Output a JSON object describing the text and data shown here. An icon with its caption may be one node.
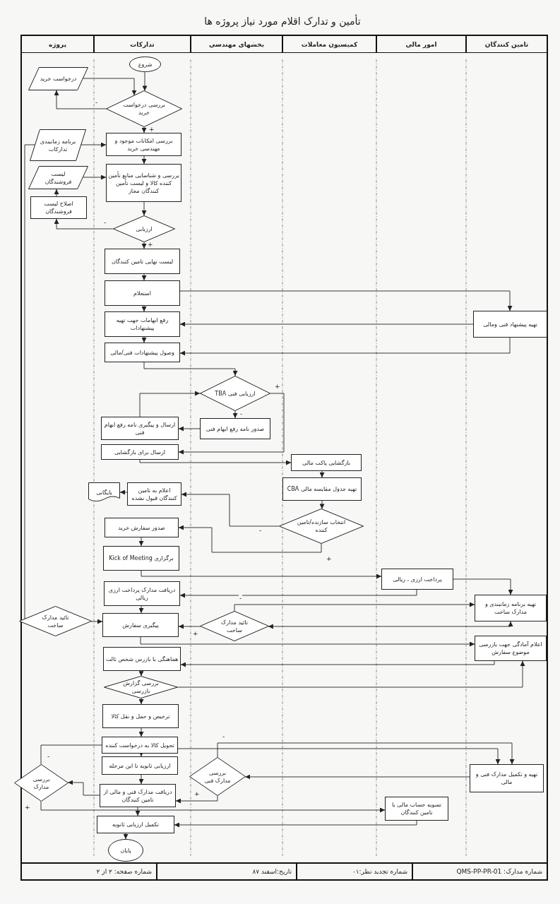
{
  "diagram": {
    "title": "تأمین و تدارک اقلام مورد نیاز پروژه ها",
    "nodes": [
      {
        "text": [
          "شروع"
        ]
      },
      {
        "text": [
          "درخواست خرید"
        ]
      },
      {
        "text": [
          "بررسی درخواست خرید"
        ]
      },
      {
        "text": [
          "بررسی امکانات موجود و مهندسی خرید"
        ]
      },
      {
        "text": [
          "برنامه زمانبندی تدارکات"
        ]
      },
      {
        "text": [
          "بررسی و شناسایی منابع تأمین کننده کالا و لیست تأمین کنندگان مجاز"
        ]
      },
      {
        "text": [
          "لیست فروشندگان"
        ]
      },
      {
        "text": [
          "اصلاح لیست فروشندگان"
        ]
      },
      {
        "text": [
          "ارزیابی"
        ]
      },
      {
        "text": [
          "لیست نهایی تامین کنندگان"
        ]
      },
      {
        "text": [
          "استعلام"
        ]
      },
      {
        "text": [
          "تهیه پیشنهاد فنی ومالی"
        ]
      },
      {
        "text": [
          "رفع ابهامات جهت تهیه پیشنهادات"
        ]
      },
      {
        "text": [
          "وصول پیشنهادات فنی/مالی"
        ]
      },
      {
        "text": [
          "ارزیابی فنی TBA"
        ]
      },
      {
        "text": [
          "صدور نامه رفع ابهام فنی"
        ]
      },
      {
        "text": [
          "ارسال و پیگیری نامه رفع ابهام فنی"
        ]
      },
      {
        "text": [
          "ارسال برای بازگشایی"
        ]
      },
      {
        "text": [
          "بازگشایی پاکت مالی"
        ]
      },
      {
        "text": [
          "تهیه جدول مقایسه مالی CBA"
        ]
      },
      {
        "text": [
          "انتخاب سازنده/تامین کننده"
        ]
      },
      {
        "text": [
          "بایگانی"
        ]
      },
      {
        "text": [
          "اعلام به تامین کنندگان قبول نشده"
        ]
      },
      {
        "text": [
          "صدور سفارش خرید"
        ]
      },
      {
        "text": [
          "برگزاری Kick of Meeting"
        ]
      },
      {
        "text": [
          "پرداخت ارزی ، ریالی"
        ]
      },
      {
        "text": [
          "دریافت مدارک پرداخت ارزی ریالی"
        ]
      },
      {
        "text": [
          "تهیه برنامه زمانبندی و مدارک ساخت"
        ]
      },
      {
        "text": [
          "تائید مدارک ساخت"
        ]
      },
      {
        "text": [
          "پیگیری سفارش"
        ]
      },
      {
        "text": [
          "تائید مدارک ساخت"
        ]
      },
      {
        "text": [
          "اعلام آمادگی جهت بازرسی موضوع سفارش"
        ]
      },
      {
        "text": [
          "هماهنگی با بازرس شخص ثالث"
        ]
      },
      {
        "text": [
          "بررسی گزارش بازرسی"
        ]
      },
      {
        "text": [
          "ترخیص و حمل و نقل کالا"
        ]
      },
      {
        "text": [
          "تحویل کالا به درخواست کننده"
        ]
      },
      {
        "text": [
          "ارزیابی ثانویه تا این مرحله"
        ]
      },
      {
        "text": [
          "بررسی مدارک"
        ]
      },
      {
        "text": [
          "بررسی مدارک فنی"
        ]
      },
      {
        "text": [
          "تهیه و تکمیل مدارک فنی و مالی"
        ]
      },
      {
        "text": [
          "دریافت مدارک فنی و مالی از تامین کنندگان"
        ]
      },
      {
        "text": [
          "تسویه حساب مالی با تامین کنندگان"
        ]
      },
      {
        "text": [
          "تکمیل ارزیابی ثانویه"
        ]
      },
      {
        "text": [
          "پایان"
        ]
      }
    ],
    "edges": [
      {
        "from": 0,
        "to": 2,
        "arrow": "to"
      },
      {
        "from": 1,
        "to": 2,
        "arrow": "to"
      },
      {
        "from": 2,
        "to": 1,
        "arrow": "to",
        "label": "-"
      },
      {
        "from": 2,
        "to": 3,
        "arrow": "to",
        "label": "+"
      },
      {
        "from": 4,
        "to": 3,
        "arrow": "to"
      },
      {
        "from": 3,
        "to": 5,
        "arrow": "to"
      },
      {
        "from": 6,
        "to": 5,
        "arrow": "to"
      },
      {
        "from": 5,
        "to": 8,
        "arrow": "to"
      },
      {
        "from": 8,
        "to": 7,
        "arrow": "to",
        "label": "-"
      },
      {
        "from": 7,
        "to": 6,
        "arrow": "to"
      },
      {
        "from": 8,
        "to": 9,
        "arrow": "to",
        "label": "+"
      },
      {
        "from": 9,
        "to": 10,
        "arrow": "to"
      },
      {
        "from": 10,
        "to": 11,
        "arrow": "to"
      },
      {
        "from": 10,
        "to": 12,
        "arrow": "to"
      },
      {
        "from": 11,
        "to": 12,
        "arrow": "to"
      },
      {
        "from": 11,
        "to": 13,
        "arrow": "to"
      },
      {
        "from": 12,
        "to": 13,
        "arrow": "to"
      },
      {
        "from": 13,
        "to": 14,
        "arrow": "to"
      },
      {
        "from": 14,
        "to": 15,
        "arrow": "to",
        "label": "-"
      },
      {
        "from": 15,
        "to": 16,
        "arrow": "to"
      },
      {
        "from": 16,
        "to": 14,
        "arrow": "to"
      },
      {
        "from": 14,
        "to": 17,
        "arrow": "to",
        "label": "+"
      },
      {
        "from": 17,
        "to": 18,
        "arrow": "to"
      },
      {
        "from": 18,
        "to": 19,
        "arrow": "to"
      },
      {
        "from": 19,
        "to": 20,
        "arrow": "to"
      },
      {
        "from": 20,
        "to": 22,
        "arrow": "to",
        "label": "-"
      },
      {
        "from": 22,
        "to": 21,
        "arrow": "to"
      },
      {
        "from": 20,
        "to": 23,
        "arrow": "to",
        "label": "+"
      },
      {
        "from": 23,
        "to": 24,
        "arrow": "to"
      },
      {
        "from": 24,
        "to": 25,
        "arrow": "to"
      },
      {
        "from": 25,
        "to": 27,
        "arrow": "to"
      },
      {
        "from": 25,
        "to": 26,
        "arrow": "to"
      },
      {
        "from": 26,
        "to": 29,
        "arrow": "to"
      },
      {
        "from": 27,
        "to": 30,
        "arrow": "both"
      },
      {
        "from": 30,
        "to": 27,
        "arrow": "to",
        "label": "-"
      },
      {
        "from": 30,
        "to": 29,
        "arrow": "to",
        "label": "+"
      },
      {
        "from": 28,
        "to": 29,
        "arrow": "to"
      },
      {
        "from": 4,
        "to": 28,
        "arrow": "none"
      },
      {
        "from": 29,
        "to": 31,
        "arrow": "to"
      },
      {
        "from": 31,
        "to": 32,
        "arrow": "to"
      },
      {
        "from": 32,
        "to": 33,
        "arrow": "to"
      },
      {
        "from": 33,
        "to": 31,
        "arrow": "to"
      },
      {
        "from": 33,
        "to": 34,
        "arrow": "to"
      },
      {
        "from": 34,
        "to": 35,
        "arrow": "to"
      },
      {
        "from": 35,
        "to": 36,
        "arrow": "to"
      },
      {
        "from": 37,
        "to": 35,
        "arrow": "none",
        "label": "-"
      },
      {
        "from": 35,
        "to": 39,
        "arrow": "to"
      },
      {
        "from": 38,
        "to": 39,
        "arrow": "to",
        "label": "-"
      },
      {
        "from": 39,
        "to": 38,
        "arrow": "to"
      },
      {
        "from": 38,
        "to": 40,
        "arrow": "to",
        "label": "+"
      },
      {
        "from": 36,
        "to": 40,
        "arrow": "to"
      },
      {
        "from": 40,
        "to": 37,
        "arrow": "to"
      },
      {
        "from": 37,
        "to": 41,
        "arrow": "to",
        "label": "+"
      },
      {
        "from": 40,
        "to": 42,
        "arrow": "to"
      },
      {
        "from": 41,
        "to": 42,
        "arrow": "to"
      },
      {
        "from": 42,
        "to": 43,
        "arrow": "to"
      }
    ],
    "labels": [
      "تامین کنندگان",
      "امور مالی",
      "کمیسیون معاملات",
      "بخشهای مهندسی",
      "تدارکات",
      "پروژه",
      "شماره مدارک: QMS-PP-PR-01",
      "شماره تجدید نظر:۰۱",
      "تاریخ:اسفند ۸۷",
      "شماره صفحه: ۲ از ۲"
    ]
  }
}
